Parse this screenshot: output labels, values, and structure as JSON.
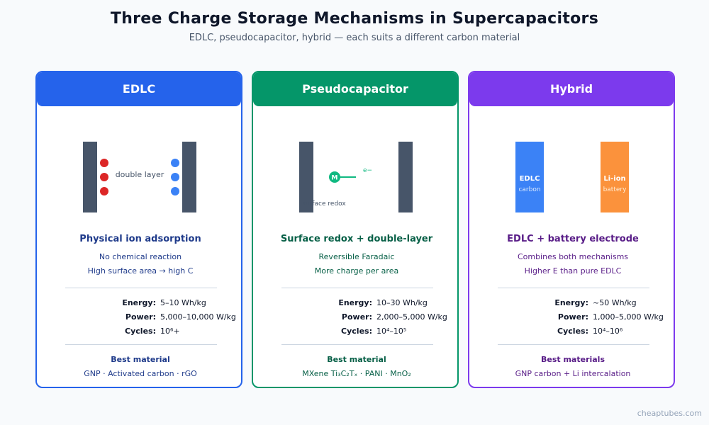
{
  "title": "Three Charge Storage Mechanisms in Supercapacitors",
  "subtitle": "EDLC, pseudocapacitor, hybrid — each suits a different carbon material",
  "footer": "cheaptubes.com",
  "cards": [
    {
      "name": "EDLC",
      "accent": "#2563eb",
      "text_color": "#1e3a8a",
      "diagram_label": "double layer",
      "heading": "Physical ion adsorption",
      "line1": "No chemical reaction",
      "line2": "High surface area → high C",
      "energy_label": "Energy:",
      "energy_value": "5–10 Wh/kg",
      "power_label": "Power:",
      "power_value": "5,000–10,000 W/kg",
      "cycles_label": "Cycles:",
      "cycles_value": "10⁶+",
      "best_label": "Best material",
      "best_value": "GNP · Activated carbon · rGO"
    },
    {
      "name": "Pseudocapacitor",
      "accent": "#059669",
      "text_color": "#065f46",
      "diagram_label": "surface redox",
      "metal_symbol": "M",
      "electron_symbol": "e−",
      "heading": "Surface redox + double-layer",
      "line1": "Reversible Faradaic",
      "line2": "More charge per area",
      "energy_label": "Energy:",
      "energy_value": "10–30 Wh/kg",
      "power_label": "Power:",
      "power_value": "2,000–5,000 W/kg",
      "cycles_label": "Cycles:",
      "cycles_value": "10⁴–10⁵",
      "best_label": "Best material",
      "best_value": "MXene Ti₃C₂Tₓ · PANI · MnO₂"
    },
    {
      "name": "Hybrid",
      "accent": "#7c3aed",
      "text_color": "#581c87",
      "left_electrode_title": "EDLC",
      "left_electrode_sub": "carbon",
      "right_electrode_title": "Li-ion",
      "right_electrode_sub": "battery",
      "heading": "EDLC + battery electrode",
      "line1": "Combines both mechanisms",
      "line2": "Higher E than pure EDLC",
      "energy_label": "Energy:",
      "energy_value": "~50 Wh/kg",
      "power_label": "Power:",
      "power_value": "1,000–5,000 W/kg",
      "cycles_label": "Cycles:",
      "cycles_value": "10⁴–10⁶",
      "best_label": "Best materials",
      "best_value": "GNP carbon + Li intercalation"
    }
  ],
  "colors": {
    "electrode": "#475569",
    "cation": "#dc2626",
    "anion": "#3b82f6",
    "metal": "#10b981",
    "edlc_electrode": "#3b82f6",
    "liion_electrode": "#fb923c"
  }
}
